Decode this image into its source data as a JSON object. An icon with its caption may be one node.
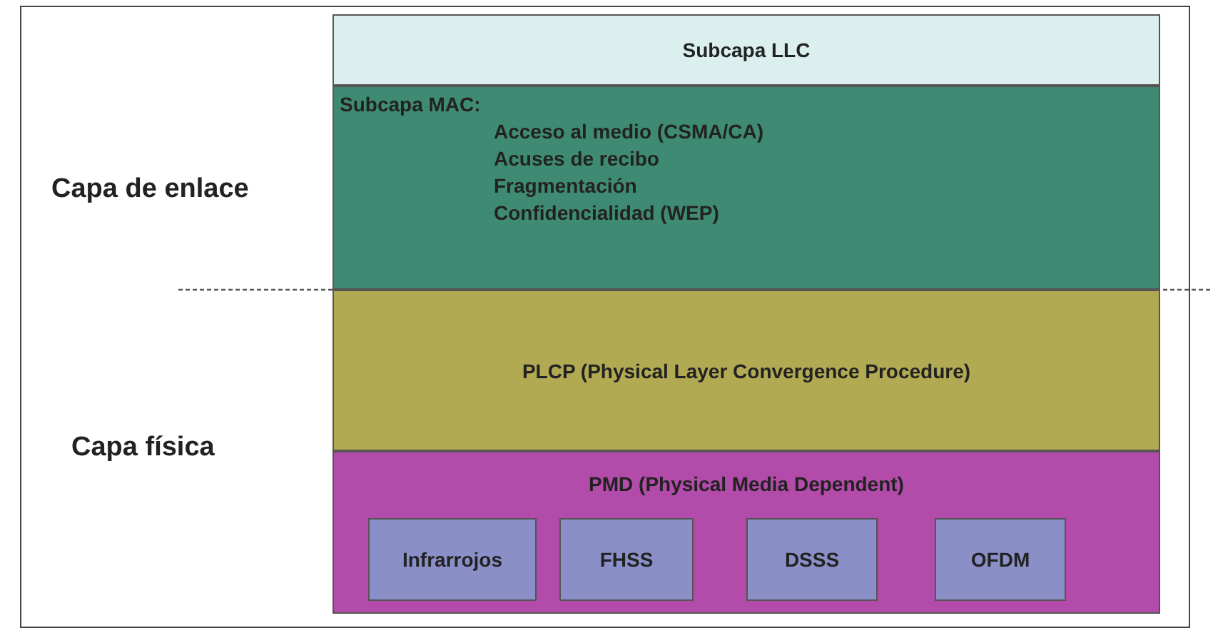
{
  "diagram": {
    "nodes": [
      {
        "text": [
          "Subcapa LLC"
        ]
      },
      {
        "text": [
          "Subcapa MAC:",
          "Acceso al medio (CSMA/CA)",
          "Acuses de recibo",
          "Fragmentación",
          "Confidencialidad (WEP)"
        ]
      },
      {
        "text": [
          "PLCP (Physical Layer Convergence Procedure)"
        ]
      },
      {
        "text": [
          "PMD (Physical Media Dependent)"
        ]
      },
      {
        "text": [
          "Infrarrojos"
        ],
        "in": 3
      },
      {
        "text": [
          "FHSS"
        ],
        "in": 3
      },
      {
        "text": [
          "DSSS"
        ],
        "in": 3
      },
      {
        "text": [
          "OFDM"
        ],
        "in": 3
      }
    ],
    "labels": [
      "Capa de enlace",
      "Capa física"
    ]
  }
}
